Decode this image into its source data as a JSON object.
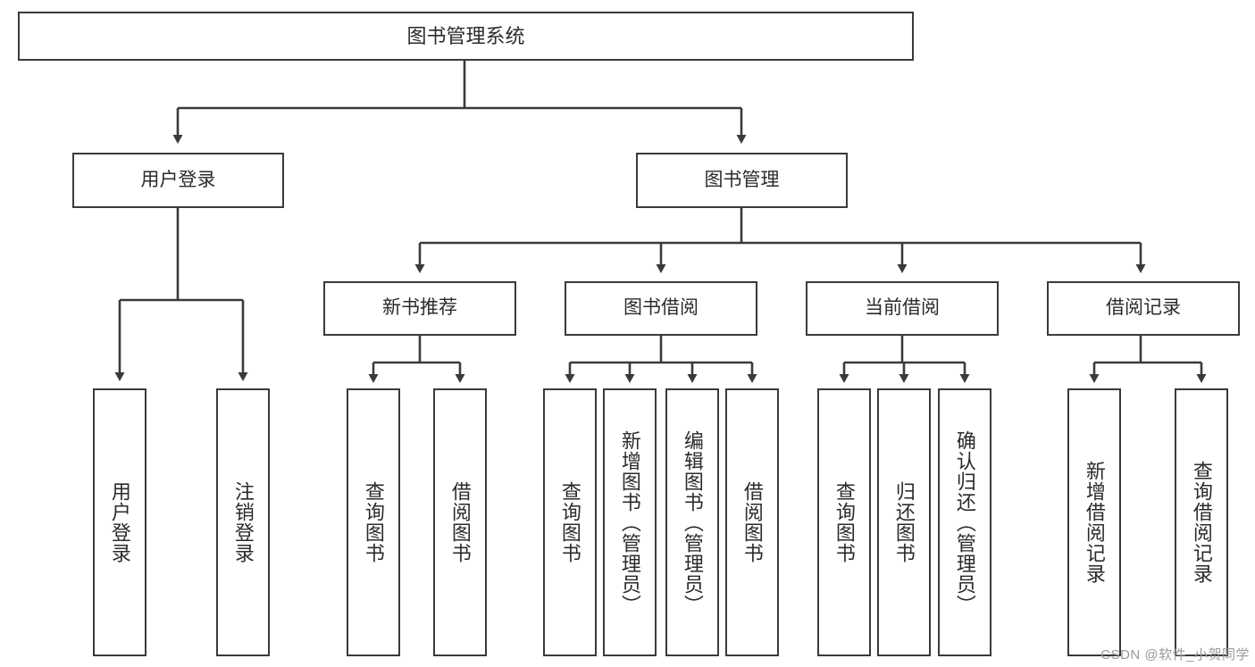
{
  "diagram": {
    "title": "图书管理系统",
    "type": "tree-hierarchy-chart",
    "root": {
      "label": "图书管理系统"
    },
    "level2": [
      {
        "label": "用户登录"
      },
      {
        "label": "图书管理"
      }
    ],
    "level3": [
      {
        "label": "新书推荐"
      },
      {
        "label": "图书借阅"
      },
      {
        "label": "当前借阅"
      },
      {
        "label": "借阅记录"
      }
    ],
    "leaves": {
      "user_login": [
        {
          "label": "用户登录"
        },
        {
          "label": "注销登录"
        }
      ],
      "new_book_recommend": [
        {
          "label": "查询图书"
        },
        {
          "label": "借阅图书"
        }
      ],
      "book_borrow": [
        {
          "label": "查询图书"
        },
        {
          "label": "新增图书（管理员）"
        },
        {
          "label": "编辑图书（管理员）"
        },
        {
          "label": "借阅图书"
        }
      ],
      "current_borrow": [
        {
          "label": "查询图书"
        },
        {
          "label": "归还图书"
        },
        {
          "label": "确认归还（管理员）"
        }
      ],
      "borrow_record": [
        {
          "label": "新增借阅记录"
        },
        {
          "label": "查询借阅记录"
        }
      ]
    }
  },
  "watermark": {
    "text": "CSDN @软件_小贺同学"
  },
  "colors": {
    "stroke": "#3a3a3a",
    "text": "#2b2b2b",
    "background": "#ffffff",
    "watermark": "#9a9a9a"
  }
}
